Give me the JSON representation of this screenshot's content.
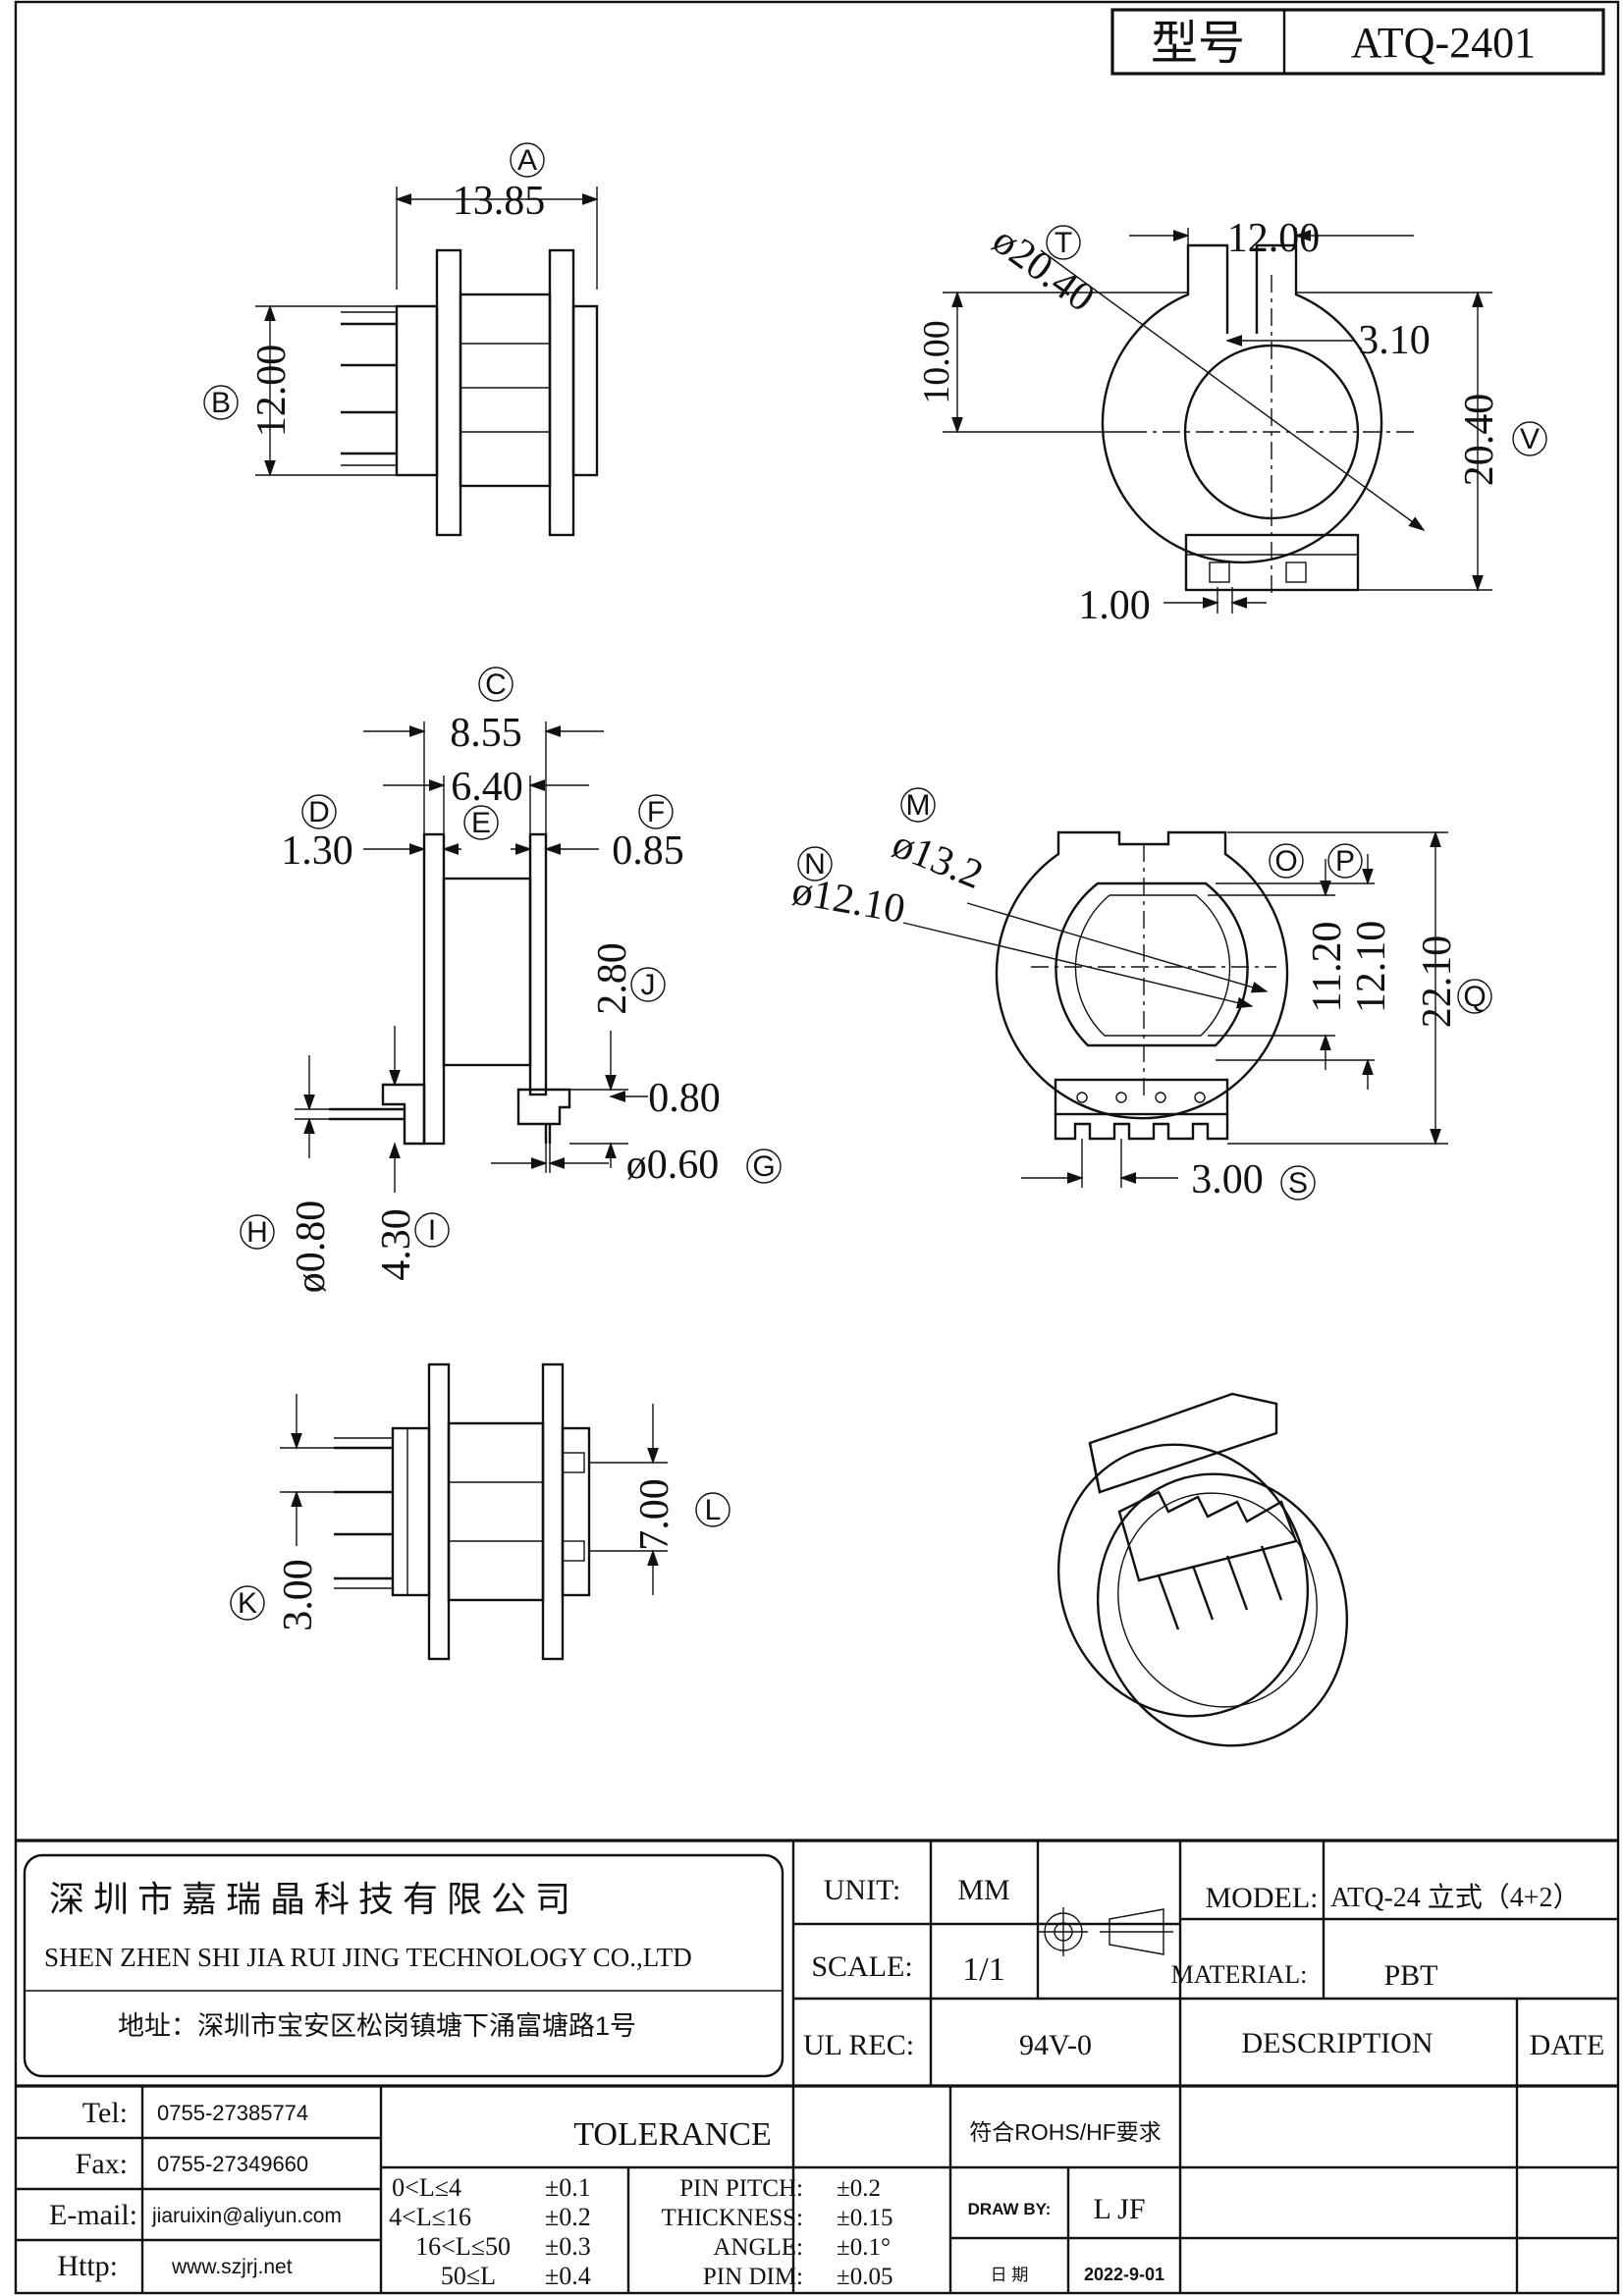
{
  "header": {
    "model_label": "型号",
    "model_value": "ATQ-2401"
  },
  "views": {
    "top_left": {
      "dim_A": "13.85",
      "tag_A": "A",
      "dim_B": "12.00",
      "tag_B": "B"
    },
    "top_right": {
      "dim_T": "ø20.40",
      "tag_T": "T",
      "dim_width": "12.00",
      "dim_slot": "3.10",
      "dim_height_left": "10.00",
      "dim_V": "20.40",
      "tag_V": "V",
      "dim_gap": "1.00"
    },
    "middle_left": {
      "tag_C": "C",
      "dim_C": "8.55",
      "dim_E": "6.40",
      "tag_D": "D",
      "dim_D": "1.30",
      "tag_E": "E",
      "tag_F": "F",
      "dim_F": "0.85",
      "dim_J": "2.80",
      "tag_J": "J",
      "dim_080": "0.80",
      "dim_G": "ø0.60",
      "tag_G": "G",
      "tag_H": "H",
      "dim_H": "ø0.80",
      "dim_I": "4.30",
      "tag_I": "I"
    },
    "middle_right": {
      "tag_M": "M",
      "dim_M": "ø13.2",
      "tag_N": "N",
      "dim_N": "ø12.10",
      "tag_O": "O",
      "tag_P": "P",
      "dim_O": "11.20",
      "dim_P": "12.10",
      "dim_Q": "22.10",
      "tag_Q": "Q",
      "dim_S": "3.00",
      "tag_S": "S"
    },
    "bottom_left": {
      "dim_L": "7.00",
      "tag_L": "L",
      "dim_K": "3.00",
      "tag_K": "K"
    }
  },
  "title_block": {
    "company_cn": "深 圳 市 嘉 瑞 晶 科 技 有 限 公 司",
    "company_en": "SHEN ZHEN SHI   JIA RUI JING   TECHNOLOGY CO.,LTD",
    "address": "地址：深圳市宝安区松岗镇塘下涌富塘路1号",
    "unit_label": "UNIT:",
    "unit_value": "MM",
    "scale_label": "SCALE:",
    "scale_value": "1/1",
    "ulrec_label": "UL REC:",
    "ulrec_value": "94V-0",
    "model_label": "MODEL:",
    "model_value": "ATQ-24 立式（4+2）",
    "material_label": "MATERIAL:",
    "material_value": "PBT",
    "description_label": "DESCRIPTION",
    "date_label": "DATE",
    "tel_label": "Tel:",
    "tel_value": "0755-27385774",
    "fax_label": "Fax:",
    "fax_value": "0755-27349660",
    "email_label": "E-mail:",
    "email_value": "jiaruixin@aliyun.com",
    "http_label": "Http:",
    "http_value": "www.szjrj.net",
    "tolerance_label": "TOLERANCE",
    "tol_rows": [
      {
        "range": "0<L≤4",
        "tol": "±0.1"
      },
      {
        "range": "4<L≤16",
        "tol": "±0.2"
      },
      {
        "range": "16<L≤50",
        "tol": "±0.3"
      },
      {
        "range": "50≤L",
        "tol": "±0.4"
      }
    ],
    "spec_rows": [
      {
        "name": "PIN PITCH:",
        "tol": "±0.2"
      },
      {
        "name": "THICKNESS:",
        "tol": "±0.15"
      },
      {
        "name": "ANGLE:",
        "tol": "±0.1°"
      },
      {
        "name": "PIN DIM:",
        "tol": "±0.05"
      }
    ],
    "rohs": "符合ROHS/HF要求",
    "drawby_label": "DRAW BY:",
    "drawby_value": "L JF",
    "date_cn_label": "日 期",
    "date_value": "2022-9-01"
  }
}
